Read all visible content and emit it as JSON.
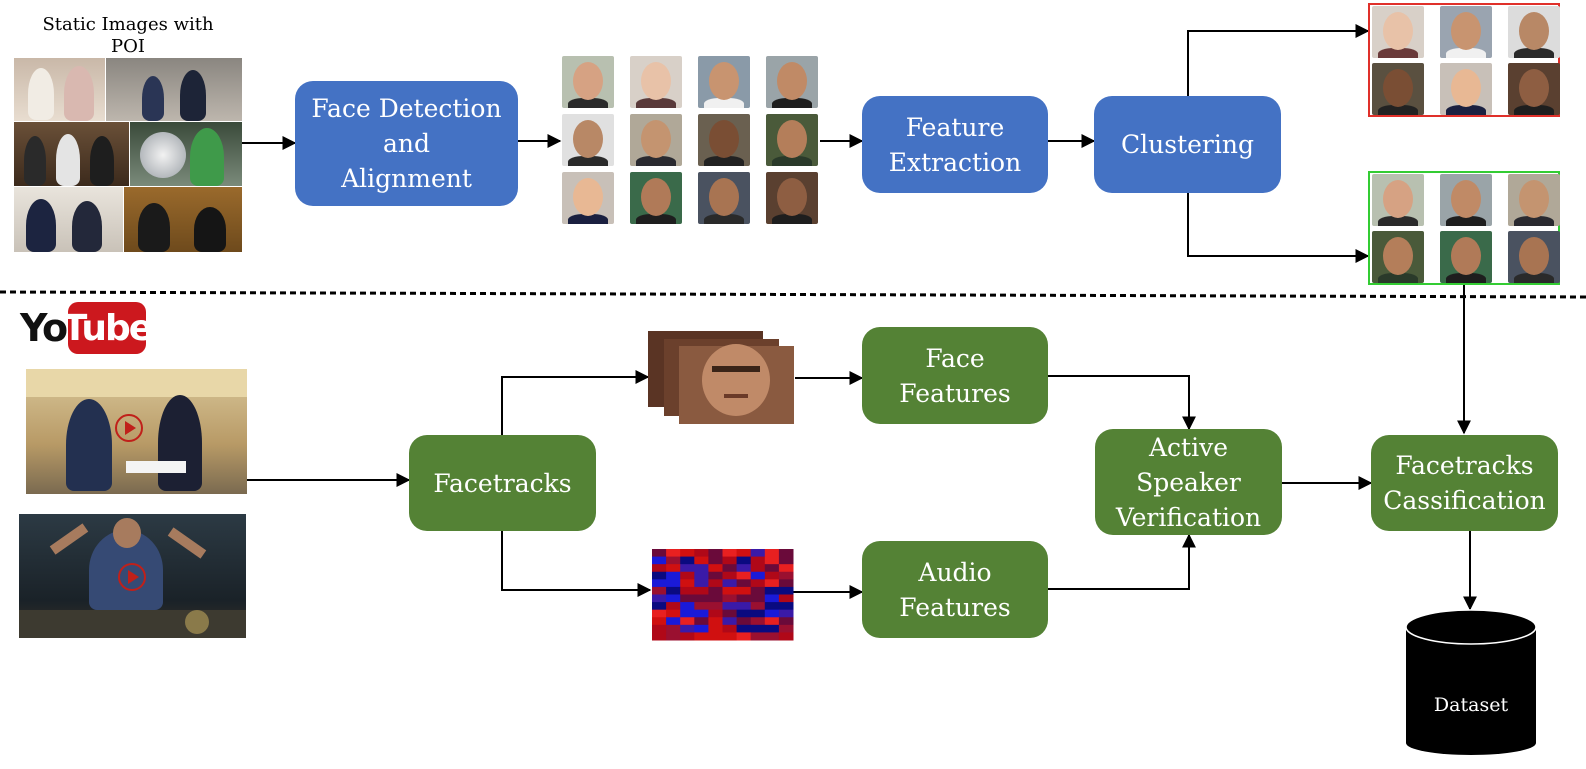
{
  "static_images_caption": "Static Images with POI",
  "youtube_logo": {
    "you": "You",
    "tube": "Tube"
  },
  "nodes": {
    "face_detection": "Face Detection\nand\nAlignment",
    "feature_extraction": "Feature\nExtraction",
    "clustering": "Clustering",
    "facetracks": "Facetracks",
    "face_features": "Face\nFeatures",
    "audio_features": "Audio\nFeatures",
    "active_speaker": "Active\nSpeaker\nVerification",
    "facetracks_classification": "Facetracks\nCassification"
  },
  "dataset_label": "Dataset",
  "colors": {
    "blue_box": "#4472c4",
    "green_box": "#548235",
    "red_cluster_border": "#e0302a",
    "green_cluster_border": "#33cc33",
    "arrow": "#000000"
  },
  "icons": [
    "youtube-logo-icon",
    "play-button-icon",
    "database-cylinder-icon"
  ]
}
